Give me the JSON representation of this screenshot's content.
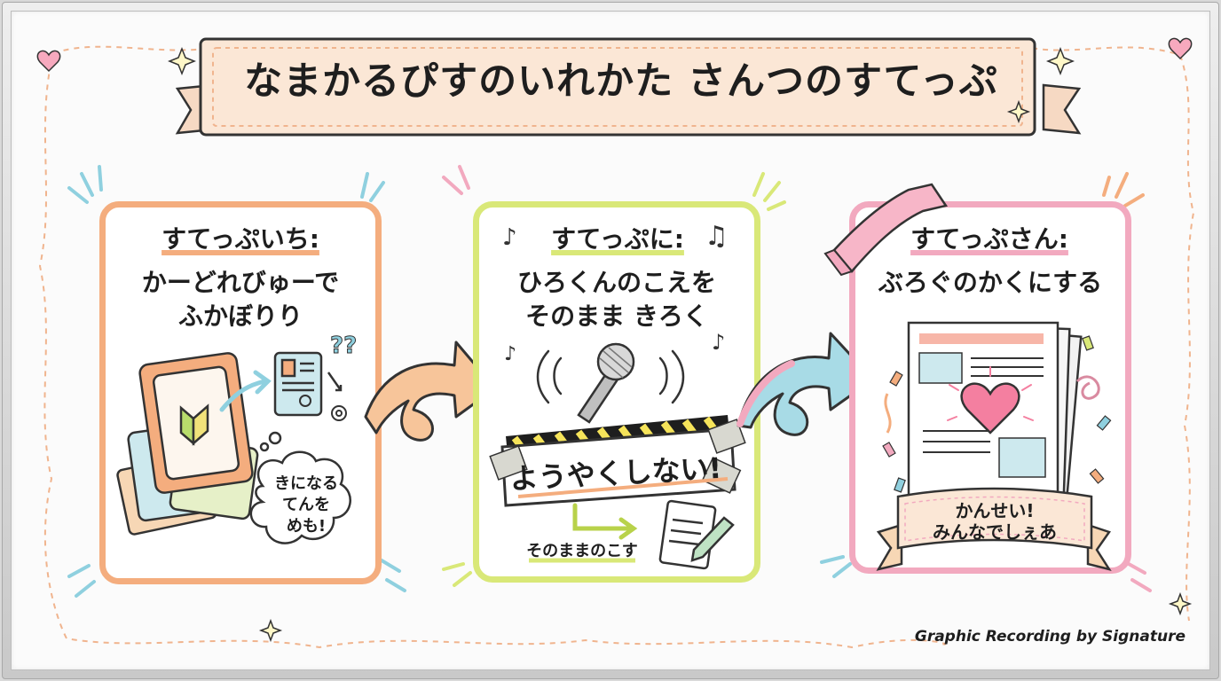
{
  "title": "なまかるぴすのいれかた さんつのすてっぷ",
  "steps": [
    {
      "label": "すてっぷいち:",
      "description_lines": [
        "かーどれびゅーで",
        "ふかぼりり"
      ],
      "note_lines": [
        "きになる",
        "てんを",
        "めも!"
      ],
      "accent": "#f4ad7e"
    },
    {
      "label": "すてっぷに:",
      "description_lines": [
        "ひろくんのこえを",
        "そのまま きろく"
      ],
      "banner": "ようやくしない!",
      "note": "そのままのこす",
      "accent": "#d9e878"
    },
    {
      "label": "すてっぷさん:",
      "description_lines": [
        "ぶろぐのかくにする"
      ],
      "ribbon_lines": [
        "かんせい!",
        "みんなでしぇあ"
      ],
      "accent": "#f2a9bf"
    }
  ],
  "signature": "Graphic Recording by Signature",
  "colors": {
    "orange": "#f4ad7e",
    "lime": "#d9e878",
    "pink": "#f2a9bf",
    "teal": "#8fd0df",
    "banner_fill": "#fbe7d6"
  },
  "icons": [
    "heart-icon",
    "sparkle-icon",
    "card-deck-icon",
    "gear-icon",
    "question-mark-icon",
    "thought-cloud-icon",
    "music-note-icon",
    "microphone-icon",
    "notebook-icon",
    "pen-icon",
    "arrow-icon",
    "blog-page-icon",
    "confetti-icon"
  ]
}
